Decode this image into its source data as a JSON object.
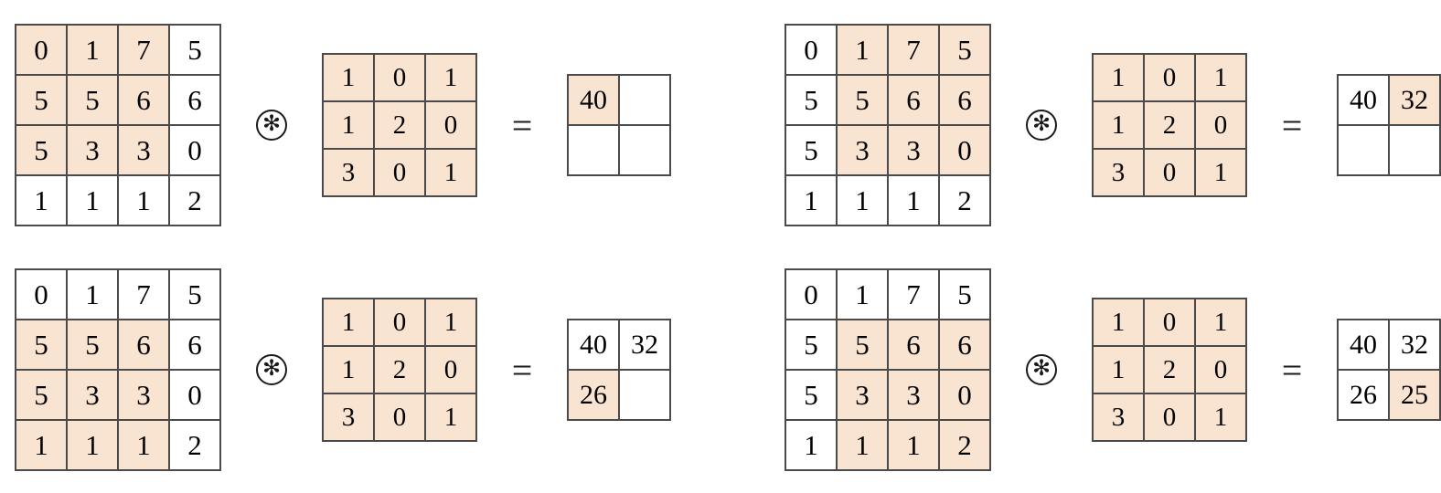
{
  "figure": {
    "type": "convolution-step-diagram",
    "operator_conv": "✻",
    "operator_equals": "=",
    "highlight_color": "#f9e4d2",
    "border_color": "#4a4a4a",
    "background_color": "#ffffff"
  },
  "input_matrix": {
    "rows": 4,
    "cols": 4,
    "values": [
      [
        "0",
        "1",
        "7",
        "5"
      ],
      [
        "5",
        "5",
        "6",
        "6"
      ],
      [
        "5",
        "3",
        "3",
        "0"
      ],
      [
        "1",
        "1",
        "1",
        "2"
      ]
    ]
  },
  "kernel_matrix": {
    "rows": 3,
    "cols": 3,
    "values": [
      [
        "1",
        "0",
        "1"
      ],
      [
        "1",
        "2",
        "0"
      ],
      [
        "3",
        "0",
        "1"
      ]
    ]
  },
  "panels": [
    {
      "id": "step-1",
      "position": "top-left",
      "input_highlight": {
        "row_start": 0,
        "col_start": 0,
        "size": 3
      },
      "output_values": [
        [
          "40",
          ""
        ],
        [
          "",
          ""
        ]
      ],
      "output_highlight": {
        "row": 0,
        "col": 0
      }
    },
    {
      "id": "step-2",
      "position": "top-right",
      "input_highlight": {
        "row_start": 0,
        "col_start": 1,
        "size": 3
      },
      "output_values": [
        [
          "40",
          "32"
        ],
        [
          "",
          ""
        ]
      ],
      "output_highlight": {
        "row": 0,
        "col": 1
      }
    },
    {
      "id": "step-3",
      "position": "bottom-left",
      "input_highlight": {
        "row_start": 1,
        "col_start": 0,
        "size": 3
      },
      "output_values": [
        [
          "40",
          "32"
        ],
        [
          "26",
          ""
        ]
      ],
      "output_highlight": {
        "row": 1,
        "col": 0
      }
    },
    {
      "id": "step-4",
      "position": "bottom-right",
      "input_highlight": {
        "row_start": 1,
        "col_start": 1,
        "size": 3
      },
      "output_values": [
        [
          "40",
          "32"
        ],
        [
          "26",
          "25"
        ]
      ],
      "output_highlight": {
        "row": 1,
        "col": 1
      }
    }
  ]
}
